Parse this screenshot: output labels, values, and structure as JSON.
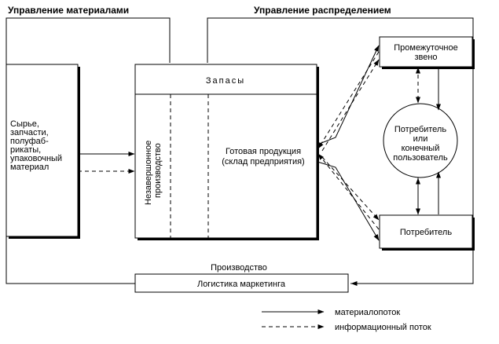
{
  "sections": {
    "materials_management": "Управление материалами",
    "distribution_management": "Управление распределением"
  },
  "boxes": {
    "raw_materials": [
      "Сырье,",
      "запчасти,",
      "полуфаб-",
      "рикаты,",
      "упаковочный",
      "материал"
    ],
    "stocks": "Запасы",
    "work_in_progress": [
      "Незавершонное",
      "производство"
    ],
    "finished_goods": [
      "Готовая продукция",
      "(склад предприятия)"
    ],
    "intermediate_link": [
      "Промежуточное",
      "звено"
    ],
    "end_consumer": [
      "Потребитель",
      "или",
      "конечный",
      "пользователь"
    ],
    "consumer": "Потребитель",
    "marketing_logistics": "Логистика маркетинга"
  },
  "labels": {
    "production": "Производство"
  },
  "legend": {
    "material_flow": "материалопоток",
    "information_flow": "информационный поток"
  }
}
